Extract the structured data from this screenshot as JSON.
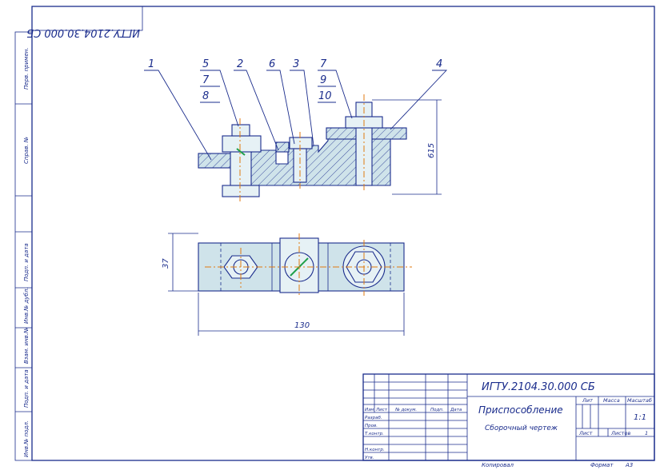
{
  "stamp_mirrored": "ИГТУ.2104.30.000 СБ",
  "side_labels": [
    "Перв. примен.",
    "Справ. №",
    "Подп. и дата",
    "Инв.№ дубл.",
    "Взам. инв.№",
    "Подп. и дата",
    "Инв.№ подл."
  ],
  "callouts": [
    "1",
    "5",
    "7",
    "8",
    "2",
    "6",
    "3",
    "7",
    "9",
    "10",
    "4"
  ],
  "dimensions": {
    "height": "615",
    "width_top": "37",
    "length": "130"
  },
  "title_block": {
    "doc_code": "ИГТУ.2104.30.000 СБ",
    "name": "Приспособление",
    "doc_type": "Сборочный чертеж",
    "col_lit": "Лит",
    "col_mass": "Масса",
    "col_scale": "Масштаб",
    "scale_value": "1:1",
    "sheet_label": "Лист",
    "sheets_label": "Листов",
    "sheets_value": "1",
    "rows": [
      "Изм",
      "Лист",
      "№ докум.",
      "Подп.",
      "Дата"
    ],
    "roles": [
      "Разраб.",
      "Пров.",
      "Т.контр.",
      "Н.контр.",
      "Утв."
    ],
    "copied": "Копировал",
    "format_label": "Формат",
    "format_value": "А3"
  },
  "colors": {
    "line": "#1a2c8c",
    "fill": "#cfe3ea",
    "axis": "#e07a10",
    "accent": "#1ea04a"
  }
}
